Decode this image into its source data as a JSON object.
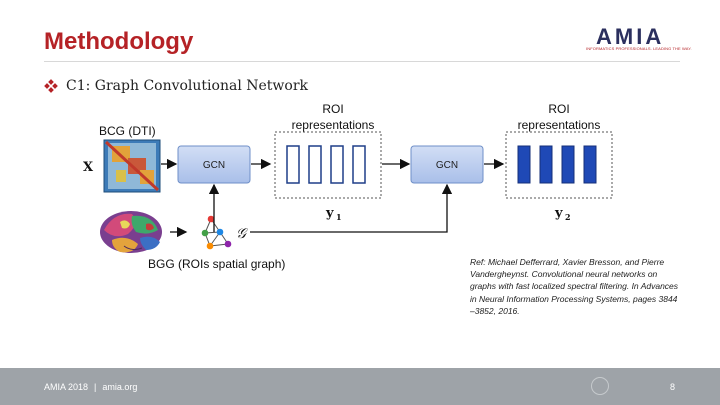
{
  "header": {
    "title": "Methodology",
    "logo_text": "AMIA",
    "logo_tagline": "INFORMATICS PROFESSIONALS. LEADING THE WAY."
  },
  "bullet": {
    "text": "C1: Graph Convolutional Network"
  },
  "diagram": {
    "bcg_label": "BCG (DTI)",
    "x_label": "X",
    "gcn1_label": "GCN",
    "gcn2_label": "GCN",
    "roi_label_1_line1": "ROI",
    "roi_label_1_line2": "representations",
    "roi_label_2_line1": "ROI",
    "roi_label_2_line2": "representations",
    "y1_label": "y",
    "y1_sub": "1",
    "y2_label": "y",
    "y2_sub": "2",
    "g_label": "𝒢",
    "bgg_label": "BGG (ROIs spatial graph)"
  },
  "reference": {
    "text": "Ref: Michael Defferrard, Xavier Bresson, and Pierre Vandergheynst. Convolutional neural networks on graphs with fast localized spectral filtering. In Advances in Neural Information Processing Systems, pages 3844 –3852, 2016."
  },
  "footer": {
    "event": "AMIA 2018",
    "separator": "|",
    "site": "amia.org",
    "page_number": "8"
  },
  "colors": {
    "title_red": "#b52226",
    "logo_navy": "#2b2f5e",
    "footer_gray": "#9ea3a8",
    "gcn_blue": "#b9cdef",
    "roi_dark_blue": "#1f49b6"
  }
}
